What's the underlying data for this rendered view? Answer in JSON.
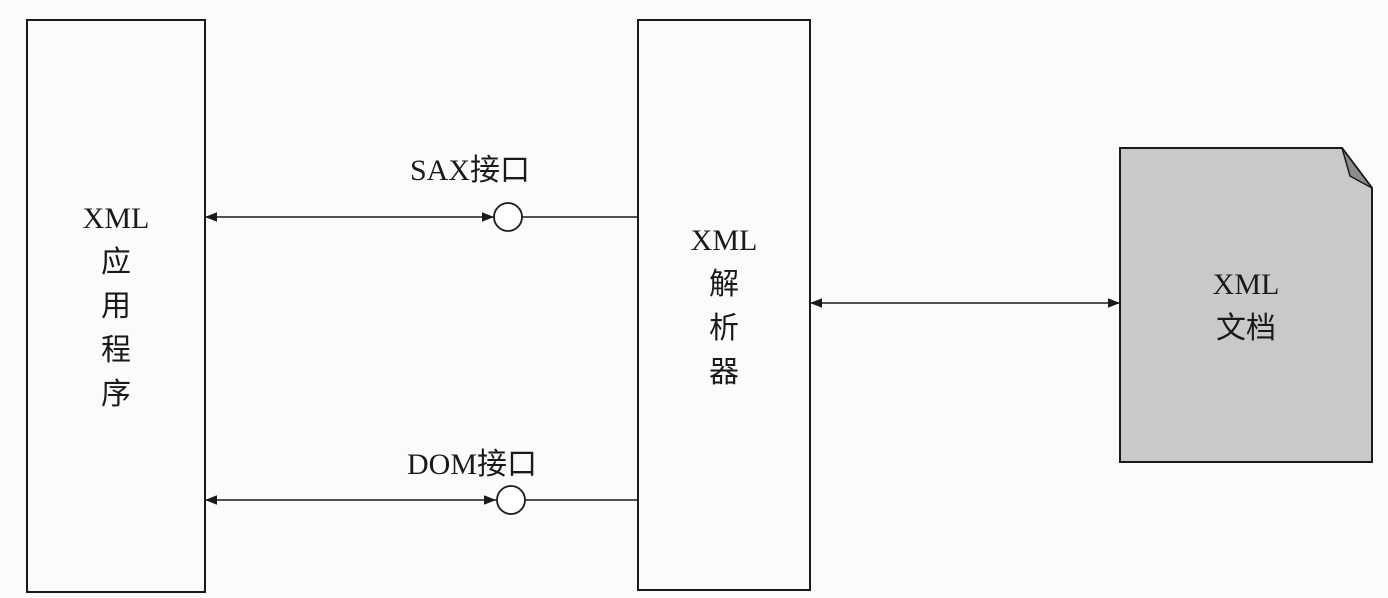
{
  "app_box": {
    "lines": [
      "XML",
      "应",
      "用",
      "程",
      "序"
    ]
  },
  "parser_box": {
    "lines": [
      "XML",
      "解",
      "析",
      "器"
    ]
  },
  "document": {
    "lines": [
      "XML",
      "文档"
    ]
  },
  "interfaces": {
    "sax": "SAX接口",
    "dom": "DOM接口"
  },
  "colors": {
    "stroke": "#1a1a1a",
    "doc_fill": "#c9c9c9",
    "fold_fill": "#8c8c8c",
    "background": "#fbfbfa"
  }
}
